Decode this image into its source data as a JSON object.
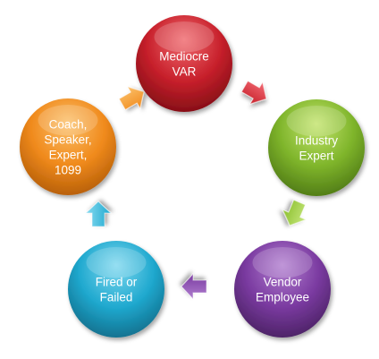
{
  "diagram": {
    "nodes": [
      {
        "id": "mediocre-var",
        "lines": [
          "Mediocre",
          "VAR"
        ],
        "color": "#c7202b",
        "highlight": "#f06a6f",
        "shade": "#7d0c14"
      },
      {
        "id": "industry-expert",
        "lines": [
          "Industry",
          "Expert"
        ],
        "color": "#7fb52b",
        "highlight": "#c3e46d",
        "shade": "#4b7514"
      },
      {
        "id": "vendor-employee",
        "lines": [
          "Vendor",
          "Employee"
        ],
        "color": "#7a3aa0",
        "highlight": "#b27fd0",
        "shade": "#47205f"
      },
      {
        "id": "fired-or-failed",
        "lines": [
          "Fired or",
          "Failed"
        ],
        "color": "#20a9cf",
        "highlight": "#7fd8ef",
        "shade": "#0f6a87"
      },
      {
        "id": "coach-speaker-expert-1099",
        "lines": [
          "Coach,",
          "Speaker,",
          "Expert,",
          "1099"
        ],
        "color": "#f08a1c",
        "highlight": "#fbc06a",
        "shade": "#b05a06"
      }
    ],
    "arrows": [
      {
        "from": "mediocre-var",
        "to": "industry-expert",
        "color": "#c7202b",
        "highlight": "#f26a73"
      },
      {
        "from": "industry-expert",
        "to": "vendor-employee",
        "color": "#8bbf2e",
        "highlight": "#c6e77c"
      },
      {
        "from": "vendor-employee",
        "to": "fired-or-failed",
        "color": "#7a3aa0",
        "highlight": "#b07fd0"
      },
      {
        "from": "fired-or-failed",
        "to": "coach-speaker-expert-1099",
        "color": "#20a9cf",
        "highlight": "#86daf0"
      },
      {
        "from": "coach-speaker-expert-1099",
        "to": "mediocre-var",
        "color": "#f08a1c",
        "highlight": "#fbc06a"
      }
    ]
  }
}
